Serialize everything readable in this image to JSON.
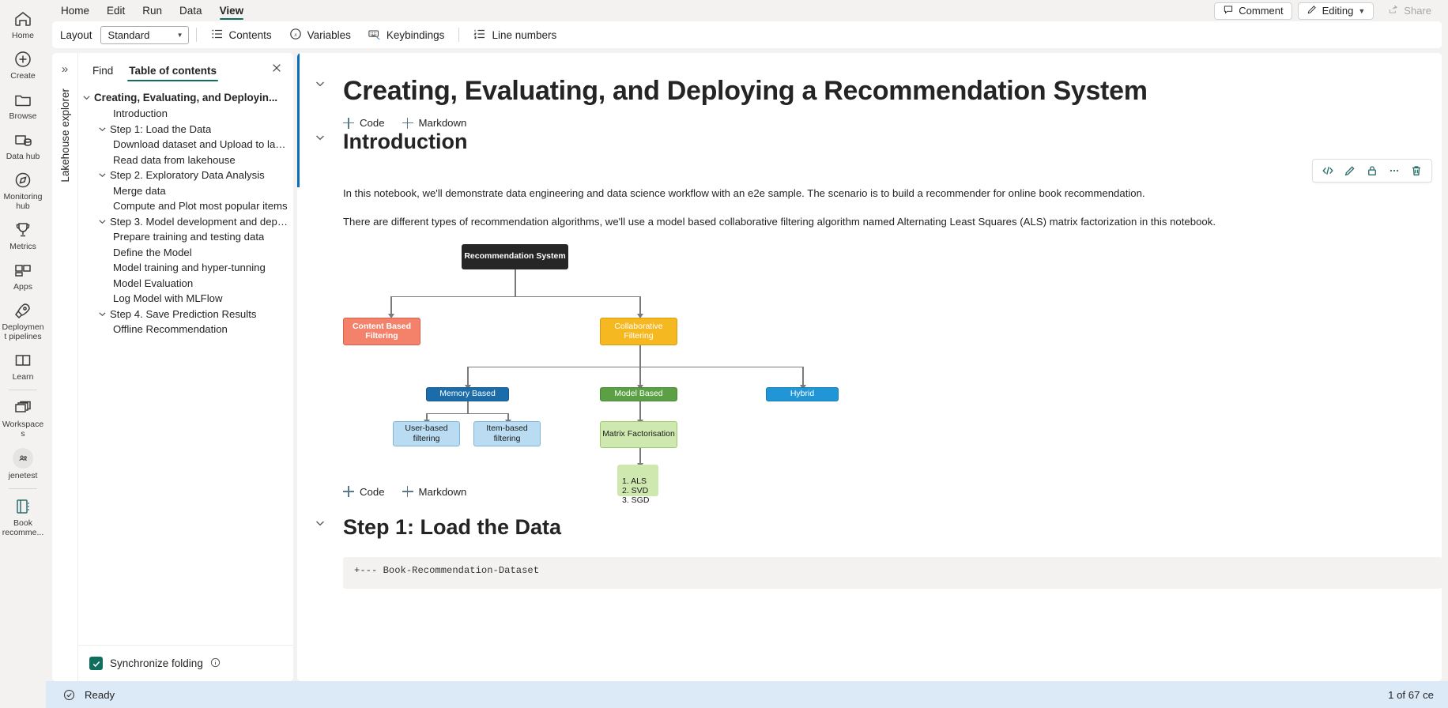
{
  "rail": {
    "items": [
      {
        "label": "Home",
        "icon": "home-icon"
      },
      {
        "label": "Create",
        "icon": "plus-circle-icon"
      },
      {
        "label": "Browse",
        "icon": "folder-icon"
      },
      {
        "label": "Data hub",
        "icon": "database-icon"
      },
      {
        "label": "Monitoring hub",
        "icon": "monitor-compass-icon"
      },
      {
        "label": "Metrics",
        "icon": "trophy-icon"
      },
      {
        "label": "Apps",
        "icon": "apps-grid-icon"
      },
      {
        "label": "Deployment pipelines",
        "icon": "rocket-icon"
      },
      {
        "label": "Learn",
        "icon": "book-open-icon"
      },
      {
        "label": "Workspaces",
        "icon": "stacked-windows-icon"
      },
      {
        "label": "jenetest",
        "icon": "people-avatar-icon"
      },
      {
        "label": "Book recomme...",
        "icon": "notebook-icon"
      }
    ]
  },
  "menubar": {
    "tabs": [
      {
        "label": "Home",
        "active": false
      },
      {
        "label": "Edit",
        "active": false
      },
      {
        "label": "Run",
        "active": false
      },
      {
        "label": "Data",
        "active": false
      },
      {
        "label": "View",
        "active": true
      }
    ],
    "comment_label": "Comment",
    "editing_label": "Editing",
    "share_label": "Share"
  },
  "ribbon": {
    "layout_label": "Layout",
    "layout_value": "Standard",
    "contents_label": "Contents",
    "variables_label": "Variables",
    "keybindings_label": "Keybindings",
    "line_numbers_label": "Line numbers"
  },
  "toc": {
    "lakehouse_explorer_label": "Lakehouse explorer",
    "tabs": [
      {
        "label": "Find",
        "active": false
      },
      {
        "label": "Table of contents",
        "active": true
      }
    ],
    "items": [
      {
        "label": "Creating, Evaluating, and Deployin...",
        "level": 0,
        "twisty": true
      },
      {
        "label": "Introduction",
        "level": 1,
        "twisty": false
      },
      {
        "label": "Step 1: Load the Data",
        "level": 1,
        "twisty": true
      },
      {
        "label": "Download dataset and Upload to lakeh...",
        "level": 2,
        "twisty": false
      },
      {
        "label": "Read data from lakehouse",
        "level": 2,
        "twisty": false
      },
      {
        "label": "Step 2. Exploratory Data Analysis",
        "level": 1,
        "twisty": true
      },
      {
        "label": "Merge data",
        "level": 2,
        "twisty": false
      },
      {
        "label": "Compute and Plot most popular items",
        "level": 2,
        "twisty": false
      },
      {
        "label": "Step 3. Model development and deploy",
        "level": 1,
        "twisty": true
      },
      {
        "label": "Prepare training and testing data",
        "level": 2,
        "twisty": false
      },
      {
        "label": "Define the Model",
        "level": 2,
        "twisty": false
      },
      {
        "label": "Model training and hyper-tunning",
        "level": 2,
        "twisty": false
      },
      {
        "label": "Model Evaluation",
        "level": 2,
        "twisty": false
      },
      {
        "label": "Log Model with MLFlow",
        "level": 2,
        "twisty": false
      },
      {
        "label": "Step 4. Save Prediction Results",
        "level": 1,
        "twisty": true
      },
      {
        "label": "Offline Recommendation",
        "level": 2,
        "twisty": false
      }
    ],
    "sync_folding_label": "Synchronize folding"
  },
  "notebook": {
    "title": "Creating, Evaluating, and Deploying a Recommendation System",
    "add_code_label": "Code",
    "add_markdown_label": "Markdown",
    "intro_heading": "Introduction",
    "paragraph_1": "In this notebook, we'll demonstrate data engineering and data science workflow with an e2e sample. The scenario is to build a recommender for online book recommendation.",
    "paragraph_2": "There are different types of recommendation algorithms, we'll use a model based collaborative filtering algorithm named Alternating Least Squares (ALS) matrix factorization in this notebook.",
    "step1_heading": "Step 1: Load the Data",
    "code_text": "+--- Book-Recommendation-Dataset",
    "cell_toolbar": [
      {
        "name": "code-view-icon",
        "title": "</>"
      },
      {
        "name": "edit-pencil-icon",
        "title": "edit"
      },
      {
        "name": "lock-icon",
        "title": "lock"
      },
      {
        "name": "more-options-icon",
        "title": "..."
      },
      {
        "name": "delete-trash-icon",
        "title": "delete"
      }
    ]
  },
  "diagram": {
    "nodes": [
      {
        "id": "root",
        "label": "Recommendation System",
        "bg": "#262626",
        "color": "#ffffff",
        "border": "#262626"
      },
      {
        "id": "content",
        "label": "Content Based Filtering",
        "bg": "#f4826a",
        "color": "#ffffff",
        "border": "#d9604a"
      },
      {
        "id": "collab",
        "label": "Collaborative Filtering",
        "bg": "#f5b820",
        "color": "#ffffff",
        "border": "#d79d0c"
      },
      {
        "id": "memory",
        "label": "Memory Based",
        "bg": "#1b6ca8",
        "color": "#ffffff",
        "border": "#155a8c"
      },
      {
        "id": "model",
        "label": "Model Based",
        "bg": "#5ba045",
        "color": "#ffffff",
        "border": "#4a8a36"
      },
      {
        "id": "hybrid",
        "label": "Hybrid",
        "bg": "#2196d6",
        "color": "#ffffff",
        "border": "#1a7cb4"
      },
      {
        "id": "userbased",
        "label": "User-based filtering",
        "bg": "#b9dcf2",
        "color": "#1a1a1a",
        "border": "#7fb6d9"
      },
      {
        "id": "itembased",
        "label": "Item-based filtering",
        "bg": "#b9dcf2",
        "color": "#1a1a1a",
        "border": "#7fb6d9"
      },
      {
        "id": "matrix",
        "label": "Matrix Factorisation",
        "bg": "#cfe8b0",
        "color": "#1a1a1a",
        "border": "#9ccb6c"
      },
      {
        "id": "algos",
        "label": "1. ALS\n2. SVD\n3. SGD",
        "bg": "#cfe8b0",
        "color": "#1a1a1a",
        "border": "#cfe8b0"
      }
    ]
  },
  "status": {
    "ready_label": "Ready",
    "cell_count_label": "1 of 67 ce"
  },
  "colors": {
    "accent_teal": "#0f6e5e",
    "selection_blue": "#0b6cb7",
    "statusbar_bg": "#dceaf7",
    "rail_bg": "#f3f2f1"
  }
}
